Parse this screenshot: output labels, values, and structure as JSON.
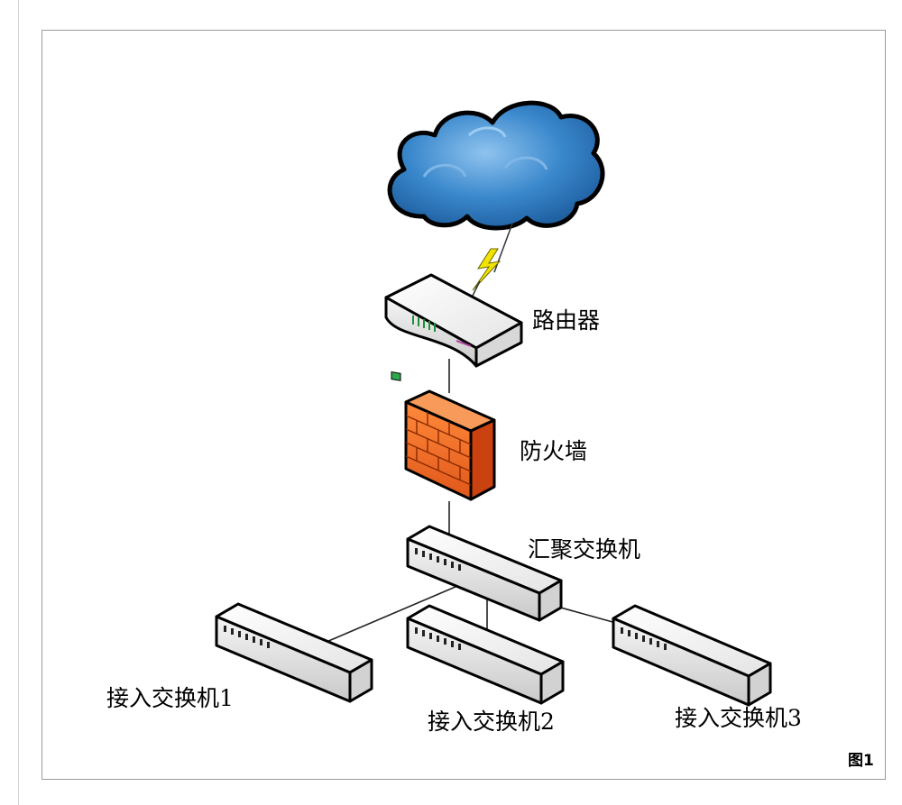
{
  "nodes": {
    "router": "路由器",
    "firewall": "防火墙",
    "aggregation_switch": "汇聚交换机",
    "access_switch_1": "接入交换机1",
    "access_switch_2": "接入交换机2",
    "access_switch_3": "接入交换机3"
  },
  "figure_label": "图1",
  "colors": {
    "cloud": "#2f7fc4",
    "lightning": "#f2e400",
    "firewall": "#f26b1d",
    "device_body": "#f2f2f2",
    "outline": "#000000"
  }
}
